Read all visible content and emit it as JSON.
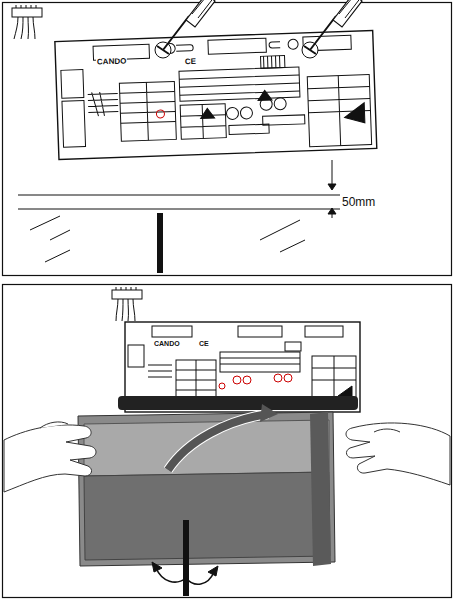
{
  "diagram": {
    "labels": [
      "CANDO",
      "CE",
      "50mm",
      "CANDO",
      "CE"
    ]
  }
}
